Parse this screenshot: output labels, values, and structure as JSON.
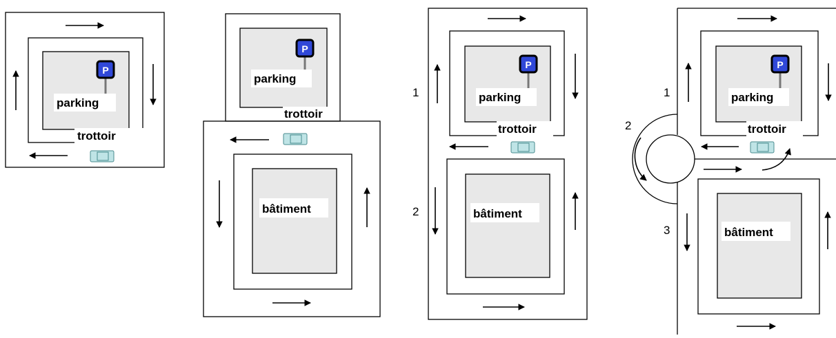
{
  "labels": {
    "parking": "parking",
    "trottoir": "trottoir",
    "batiment": "bâtiment"
  },
  "sign_letter": "P",
  "numbers": {
    "one": "1",
    "two": "2",
    "three": "3"
  },
  "colors": {
    "lot_fill": "#e8e8e8",
    "sign_fill": "#3048d8",
    "sign_border": "#000000",
    "car_fill": "#bfe4e6",
    "car_outline": "#4a8b8f",
    "line": "#000000"
  },
  "icons": [
    "parking-sign-icon",
    "car-icon",
    "arrow-icon",
    "roundabout-icon"
  ]
}
